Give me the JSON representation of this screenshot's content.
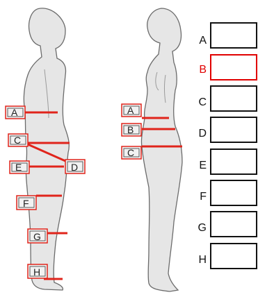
{
  "male_figure": {
    "markers": [
      {
        "letter": "A",
        "name": "A"
      },
      {
        "letter": "C",
        "name": "C"
      },
      {
        "letter": "E",
        "name": "E"
      },
      {
        "letter": "D",
        "name": "D"
      },
      {
        "letter": "F",
        "name": "F"
      },
      {
        "letter": "G",
        "name": "G"
      },
      {
        "letter": "H",
        "name": "H"
      }
    ]
  },
  "female_figure": {
    "markers": [
      {
        "letter": "A"
      },
      {
        "letter": "B"
      },
      {
        "letter": "C"
      }
    ]
  },
  "measurement_inputs": [
    {
      "label": "A",
      "value": ""
    },
    {
      "label": "B",
      "value": "",
      "active": true
    },
    {
      "label": "C",
      "value": ""
    },
    {
      "label": "D",
      "value": ""
    },
    {
      "label": "E",
      "value": ""
    },
    {
      "label": "F",
      "value": ""
    },
    {
      "label": "G",
      "value": ""
    },
    {
      "label": "H",
      "value": ""
    }
  ],
  "colors": {
    "measure_line": "#e0241b",
    "tag_border": "#e0241b",
    "active_field": "#e00000",
    "figure_fill": "#e6e6e6",
    "figure_stroke": "#6b6b6b"
  }
}
